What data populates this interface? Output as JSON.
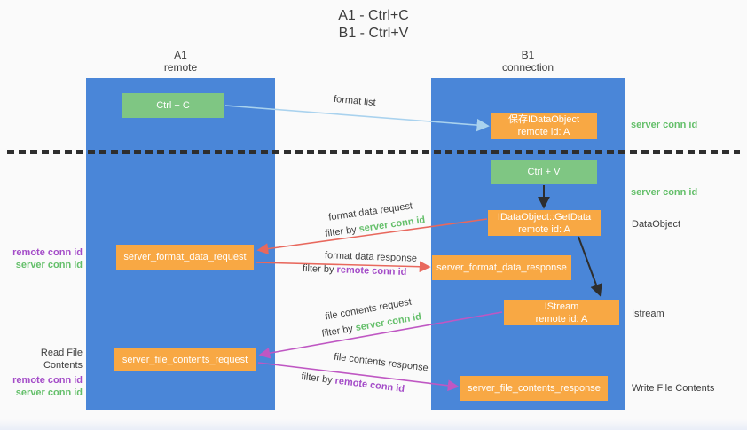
{
  "title": {
    "line1": "A1 - Ctrl+C",
    "line2": "B1 - Ctrl+V"
  },
  "lanes": {
    "a1": {
      "name": "A1",
      "subtitle": "remote"
    },
    "b1": {
      "name": "B1",
      "subtitle": "connection"
    }
  },
  "nodes": {
    "ctrl_c": {
      "label": "Ctrl + C"
    },
    "save_idataobject": {
      "line1": "保存IDataObject",
      "line2": "remote id: A"
    },
    "ctrl_v": {
      "label": "Ctrl + V"
    },
    "getdata": {
      "line1": "IDataObject::GetData",
      "line2": "remote id: A"
    },
    "format_request": {
      "label": "server_format_data_request"
    },
    "format_response": {
      "label": "server_format_data_response"
    },
    "istream": {
      "line1": "IStream",
      "line2": "remote id: A"
    },
    "file_request": {
      "label": "server_file_contents_request"
    },
    "file_response": {
      "label": "server_file_contents_response"
    }
  },
  "edge_labels": {
    "format_list": "format list",
    "format_data_request": "format data request",
    "format_data_response": "format data response",
    "file_contents_request": "file contents request",
    "file_contents_response": "file contents response",
    "filter_by": "filter by ",
    "server_conn_id": "server conn id",
    "remote_conn_id": "remote conn id"
  },
  "annotations": {
    "right_server_conn_id_1": "server conn id",
    "right_server_conn_id_2": "server conn id",
    "dataobject": "DataObject",
    "istream": "Istream",
    "write_file_contents": "Write File Contents",
    "left_remote_conn_id_1": "remote conn id",
    "left_server_conn_id_1": "server conn id",
    "read_file_contents": "Read File Contents",
    "left_remote_conn_id_2": "remote conn id",
    "left_server_conn_id_2": "server conn id"
  },
  "colors": {
    "bg": "#fafafa",
    "lane_blue": "#4a86d8",
    "green_box": "#7fc683",
    "orange_box": "#f8a844",
    "green_text": "#64bf6a",
    "purple_text": "#a44cc8",
    "salmon_arrow": "#e8685d",
    "magenta_arrow": "#bf57c3",
    "lightblue_arrow": "#a9d2ee",
    "dark_text": "#3d3d3d",
    "black_arrow": "#2e2e2e"
  }
}
